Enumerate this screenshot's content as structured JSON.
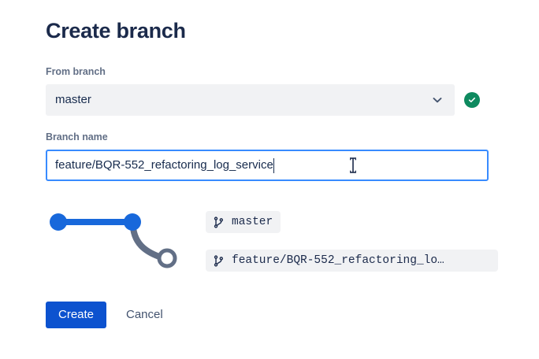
{
  "dialog": {
    "title": "Create branch"
  },
  "from_branch": {
    "label": "From branch",
    "value": "master",
    "chevron_icon": "chevron-down-icon",
    "valid_icon": "check-circle-icon",
    "valid_color": "#0E8A5F",
    "field_background": "#F1F2F4"
  },
  "branch_name": {
    "label": "Branch name",
    "value": "feature/BQR-552_refactoring_log_service",
    "placeholder": "",
    "focus_border_color": "#388BFF"
  },
  "graph": {
    "base_color": "#1868DB",
    "new_branch_color": "#626F86",
    "nodes": [
      {
        "name": "commit-node-1",
        "type": "filled",
        "color": "#1868DB"
      },
      {
        "name": "commit-node-2",
        "type": "filled",
        "color": "#1868DB"
      },
      {
        "name": "new-branch-node",
        "type": "hollow",
        "color": "#626F86"
      }
    ]
  },
  "chips": [
    {
      "icon": "git-branch-icon",
      "label": "master",
      "name": "branch-chip-master"
    },
    {
      "icon": "git-branch-icon",
      "label": "feature/BQR-552_refactoring_lo…",
      "name": "branch-chip-feature"
    }
  ],
  "footer": {
    "create_label": "Create",
    "cancel_label": "Cancel",
    "create_color": "#0C52CF"
  },
  "cursor": {
    "icon": "text-ibeam-cursor"
  }
}
